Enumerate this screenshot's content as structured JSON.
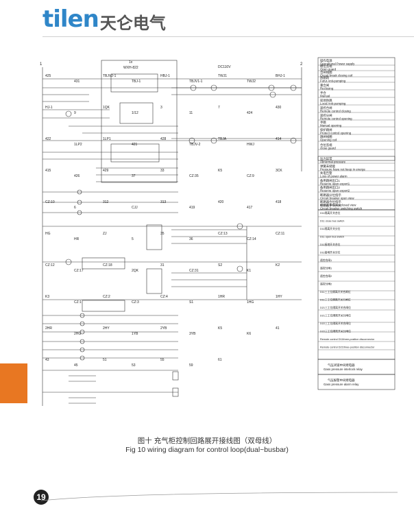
{
  "brand": {
    "name_en": "tilen",
    "name_cn": "天仑电气"
  },
  "page_number": "19",
  "caption": {
    "cn": "图十 充气柜控制回路展开接线图（双母线）",
    "en": "Fig 10  wiring diagram for control loop(dual~busbar)"
  },
  "diagram": {
    "rail_left": "1",
    "rail_right": "2",
    "supply": "DC110V",
    "device": {
      "top": "1x",
      "model": "WXH-822"
    },
    "wire_labels": [
      "425",
      "431",
      "TBJV2-1",
      "TBJ-1",
      "HBJ-1",
      "TBJV1-1",
      "TWJ1",
      "TWJ2",
      "BHJ-1",
      "HJ-1",
      "9",
      "1QK",
      "1/12",
      "3",
      "11",
      "7",
      "424",
      "430",
      "422",
      "1LP2",
      "1LP1",
      "421",
      "428",
      "TBJV-2",
      "TBJA",
      "HWJ",
      "414",
      "415",
      "426",
      "429",
      "37",
      "33",
      "CZ:35",
      "K5",
      "CZ:9",
      "3CK",
      "CZ:10",
      "6",
      "312",
      "CJJ",
      "313",
      "419",
      "420",
      "417",
      "418",
      "HG",
      "HR",
      "ZJ",
      "5",
      "35",
      "36",
      "CZ:13",
      "CZ:14",
      "CZ:11",
      "CZ:12",
      "CZ:17",
      "CZ:18",
      "2QK",
      "31",
      "CZ:31",
      "S2",
      "K1",
      "K2",
      "K3",
      "CZ:1",
      "CZ:2",
      "CZ:3",
      "CZ:4",
      "S1",
      "1HR",
      "1HG",
      "1HY",
      "2HR",
      "2HG",
      "2HY",
      "1YB",
      "2YB",
      "3YB",
      "K5",
      "K6",
      "41",
      "43",
      "45",
      "51",
      "53",
      "55",
      "59",
      "61"
    ],
    "legend": [
      {
        "cn": "操作电源",
        "en": "Operational Power supply"
      },
      {
        "cn": "模位监视",
        "en": "Open guard"
      },
      {
        "cn": "合闸线圈",
        "en": "Circuit break closing coil"
      },
      {
        "cn": "防跳跃",
        "en": "Fufur Anti-pumping"
      },
      {
        "cn": "重合闸",
        "en": "Reclosing"
      },
      {
        "cn": "手合",
        "en": "Manual"
      },
      {
        "cn": "就地防跳",
        "en": "Local Anti-pumping"
      },
      {
        "cn": "遥控合闸",
        "en": "Remote control closing"
      },
      {
        "cn": "遥控分闸",
        "en": "Remote control opening"
      },
      {
        "cn": "手跳",
        "en": "Manual opening"
      },
      {
        "cn": "保护跳闸",
        "en": "Protect control opening"
      },
      {
        "cn": "跳闸线圈",
        "en": "Opening coil"
      },
      {
        "cn": "合位监视",
        "en": "close guard"
      },
      {
        "cn": "压力异常",
        "en": "Abnormal pressure"
      },
      {
        "cn": "弹簧未储能",
        "en": "Pressure have not keep in energe"
      },
      {
        "cn": "失电告警",
        "en": "Loss of power alarm"
      },
      {
        "cn": "备用跳闸出口1",
        "en": "Reserve open export1"
      },
      {
        "cn": "备用跳闸出口2",
        "en": "Reserve open export2"
      },
      {
        "cn": "断路器分位指示",
        "en": "Circuit breaker open view"
      },
      {
        "cn": "断路器合位指示",
        "en": "Circuit breaker closed view"
      },
      {
        "cn": "断路器手车开关",
        "en": "Circuit breaker switching switch"
      }
    ],
    "section_notes": [
      "D11隔离开关合位",
      "D11 close bus switch",
      "D11隔离开关分位",
      "D11 open bus switch",
      "D11接地开关合位",
      "D11接地开关分位",
      "遥控合闸1",
      "遥控分闸1",
      "遥控合闸2",
      "遥控分闸2",
      "D11三工位隔离开关合闸位",
      "D11三工位隔离开关分闸位",
      "D21三工位隔离开关合闸位",
      "D21三工位隔离开关分闸位",
      "D22三工位隔离开关合闸位",
      "D22三工位隔离开关分闸位",
      "Remote control D11three-position disconnector",
      "Remote control D21three-position disconnector"
    ],
    "bottom_legend": [
      {
        "cn": "气压闭锁中间继电器",
        "en": "Gass pressure interlock relay"
      },
      {
        "cn": "气压报警中间继电器",
        "en": "Gass pressure alarm relay"
      }
    ]
  }
}
